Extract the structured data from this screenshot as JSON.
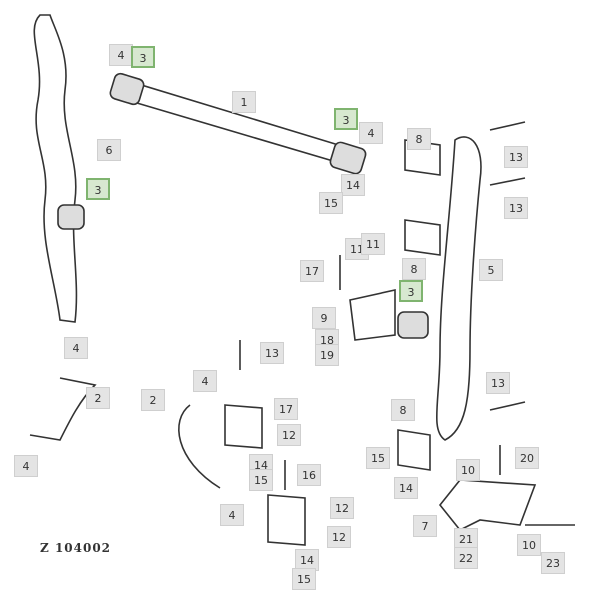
{
  "caption": "Z 104002",
  "colors": {
    "label_bg": "#e4e4e4",
    "highlight_bg": "#d7e8d0",
    "highlight_border": "#7fb46f"
  },
  "callouts": [
    {
      "n": "4",
      "hl": false
    },
    {
      "n": "3",
      "hl": true
    },
    {
      "n": "1",
      "hl": false
    },
    {
      "n": "3",
      "hl": true
    },
    {
      "n": "4",
      "hl": false
    },
    {
      "n": "6",
      "hl": false
    },
    {
      "n": "3",
      "hl": true
    },
    {
      "n": "14",
      "hl": false
    },
    {
      "n": "15",
      "hl": false
    },
    {
      "n": "8",
      "hl": false
    },
    {
      "n": "13",
      "hl": false
    },
    {
      "n": "13",
      "hl": false
    },
    {
      "n": "11",
      "hl": false
    },
    {
      "n": "11",
      "hl": false
    },
    {
      "n": "17",
      "hl": false
    },
    {
      "n": "8",
      "hl": false
    },
    {
      "n": "5",
      "hl": false
    },
    {
      "n": "3",
      "hl": true
    },
    {
      "n": "9",
      "hl": false
    },
    {
      "n": "18",
      "hl": false
    },
    {
      "n": "19",
      "hl": false
    },
    {
      "n": "4",
      "hl": false
    },
    {
      "n": "2",
      "hl": false
    },
    {
      "n": "13",
      "hl": false
    },
    {
      "n": "4",
      "hl": false
    },
    {
      "n": "2",
      "hl": false
    },
    {
      "n": "17",
      "hl": false
    },
    {
      "n": "12",
      "hl": false
    },
    {
      "n": "13",
      "hl": false
    },
    {
      "n": "8",
      "hl": false
    },
    {
      "n": "4",
      "hl": false
    },
    {
      "n": "14",
      "hl": false
    },
    {
      "n": "15",
      "hl": false
    },
    {
      "n": "16",
      "hl": false
    },
    {
      "n": "15",
      "hl": false
    },
    {
      "n": "14",
      "hl": false
    },
    {
      "n": "10",
      "hl": false
    },
    {
      "n": "20",
      "hl": false
    },
    {
      "n": "12",
      "hl": false
    },
    {
      "n": "12",
      "hl": false
    },
    {
      "n": "4",
      "hl": false
    },
    {
      "n": "7",
      "hl": false
    },
    {
      "n": "21",
      "hl": false
    },
    {
      "n": "10",
      "hl": false
    },
    {
      "n": "22",
      "hl": false
    },
    {
      "n": "23",
      "hl": false
    },
    {
      "n": "14",
      "hl": false
    },
    {
      "n": "15",
      "hl": false
    }
  ]
}
